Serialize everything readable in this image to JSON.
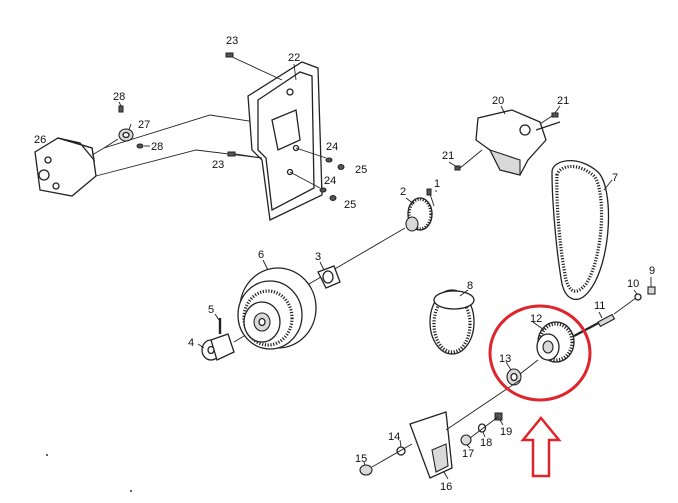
{
  "labels": {
    "l1": "1",
    "l2": "2",
    "l3": "3",
    "l4": "4",
    "l5": "5",
    "l6": "6",
    "l7": "7",
    "l8": "8",
    "l9": "9",
    "l10": "10",
    "l11": "11",
    "l12": "12",
    "l13": "13",
    "l14": "14",
    "l15": "15",
    "l16": "16",
    "l17": "17",
    "l18": "18",
    "l19": "19",
    "l20": "20",
    "l21a": "21",
    "l21b": "21",
    "l22": "22",
    "l23a": "23",
    "l23b": "23",
    "l24a": "24",
    "l24b": "24",
    "l25a": "25",
    "l25b": "25",
    "l26": "26",
    "l27": "27",
    "l28a": "28",
    "l28b": "28"
  },
  "highlight": {
    "circle_color": "#e0242b",
    "arrow_color": "#e0242b"
  }
}
